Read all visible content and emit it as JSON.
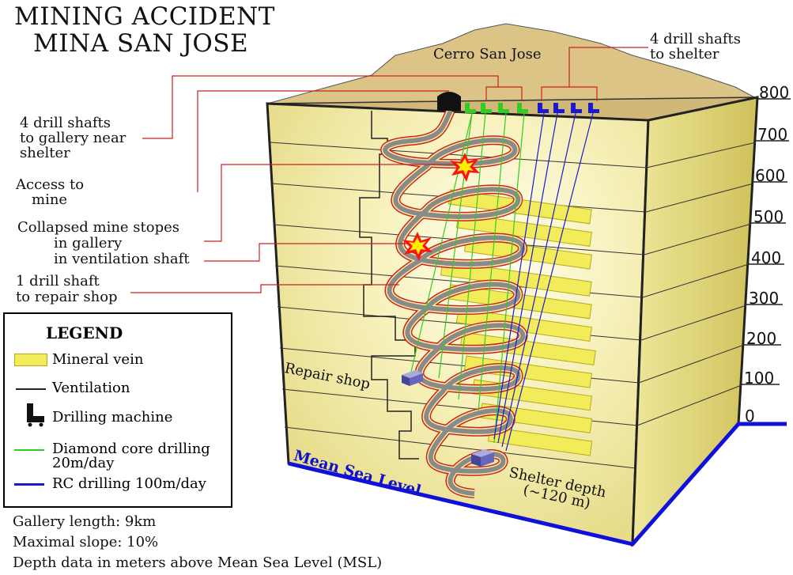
{
  "title": {
    "line1": "MINING ACCIDENT",
    "line2": "MINA SAN JOSE"
  },
  "mountain_label": "Cerro San Jose",
  "callouts": {
    "shafts_near_shelter": [
      "4 drill shafts",
      "to gallery near",
      "shelter"
    ],
    "access": [
      "Access to",
      "mine"
    ],
    "collapsed": [
      "Collapsed mine stopes",
      "in gallery",
      "in ventilation shaft"
    ],
    "repair_drill": [
      "1 drill shaft",
      "to repair shop"
    ],
    "shafts_to_shelter": [
      "4 drill shafts",
      "to shelter"
    ]
  },
  "in_figure_labels": {
    "repair_shop": "Repair shop",
    "mean_sea_level": "Mean Sea Level",
    "shelter_depth": [
      "Shelter depth",
      "(~120 m)"
    ]
  },
  "depth_ticks": [
    "800",
    "700",
    "600",
    "500",
    "400",
    "300",
    "200",
    "100",
    "0"
  ],
  "legend": {
    "title": "LEGEND",
    "items": [
      {
        "label": "Mineral vein",
        "icon": "mineral-vein-swatch"
      },
      {
        "label": "Ventilation",
        "icon": "ventilation-line"
      },
      {
        "label": "Drilling machine",
        "icon": "drilling-machine-icon"
      },
      {
        "label": [
          "Diamond core drilling",
          "20m/day"
        ],
        "icon": "green-line"
      },
      {
        "label": "RC drilling 100m/day",
        "icon": "blue-line"
      }
    ]
  },
  "footnotes": [
    "Gallery length:  9km",
    "Maximal slope:  10%",
    "Depth data in meters above Mean Sea Level (MSL)"
  ],
  "colors": {
    "block_front": "#f4efb0",
    "block_side": "#e6dd7a",
    "mountain": "#dcc487",
    "vein": "#f2ec5a",
    "tunnel": "#8a8a8a",
    "diamond_drill": "#33cc22",
    "rc_drill": "#1a1acc",
    "msl_line": "#1010dd",
    "callout_line": "#cc2222"
  }
}
